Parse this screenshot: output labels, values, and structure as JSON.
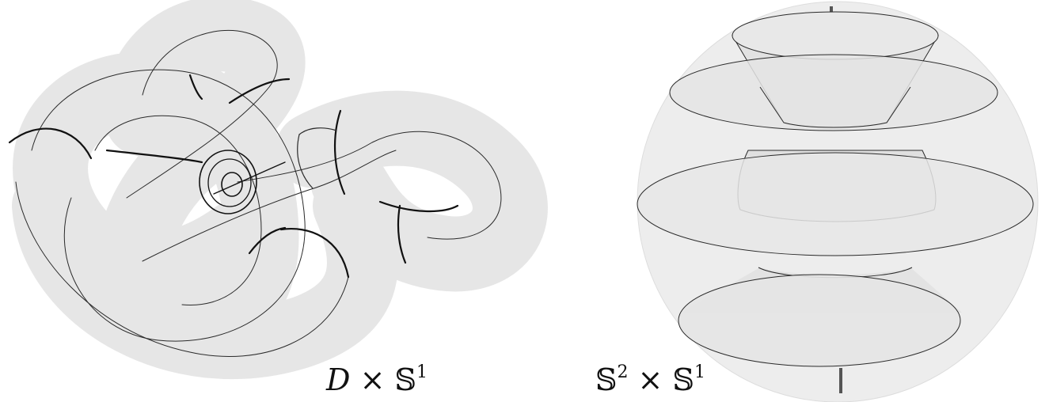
{
  "colors": {
    "surface": "#e6e6e6",
    "sphere": "#ededed",
    "outline": "#2a2a2a",
    "curve": "#111111",
    "rod": "#555555"
  },
  "left_panel": {
    "label": {
      "base": "D",
      "times": "×",
      "factor": "𝕊",
      "exponent": "1"
    }
  },
  "right_panel": {
    "label": {
      "base": "𝕊",
      "base_exponent": "2",
      "times": "×",
      "factor": "𝕊",
      "exponent": "1"
    }
  }
}
